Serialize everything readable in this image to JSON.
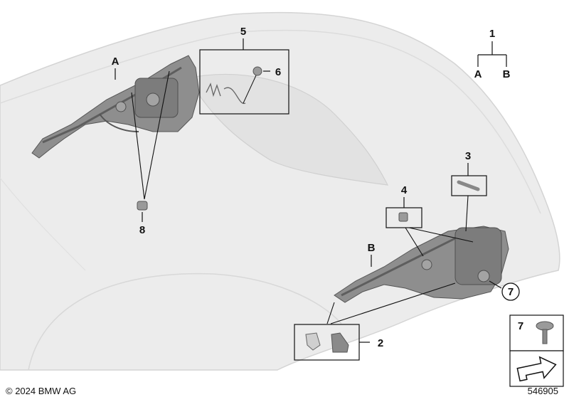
{
  "callouts": {
    "c1": "1",
    "c1a": "A",
    "c1b": "B",
    "c2": "2",
    "c3": "3",
    "c4": "4",
    "c5": "5",
    "c6": "6",
    "c7": "7",
    "c7_legend": "7",
    "c8": "8",
    "ca": "A",
    "cb": "B"
  },
  "footer": {
    "copyright": "© 2024 BMW AG",
    "diagram_number": "546905"
  },
  "colors": {
    "body_fill": "#e9e9e9",
    "body_edge": "#cfcfcf",
    "part_fill": "#8c8c8c",
    "part_dark": "#5f5f5f",
    "line": "#222222"
  },
  "icons": {
    "legend_arrow": "arrow-icon",
    "legend_screw": "screw-icon"
  }
}
